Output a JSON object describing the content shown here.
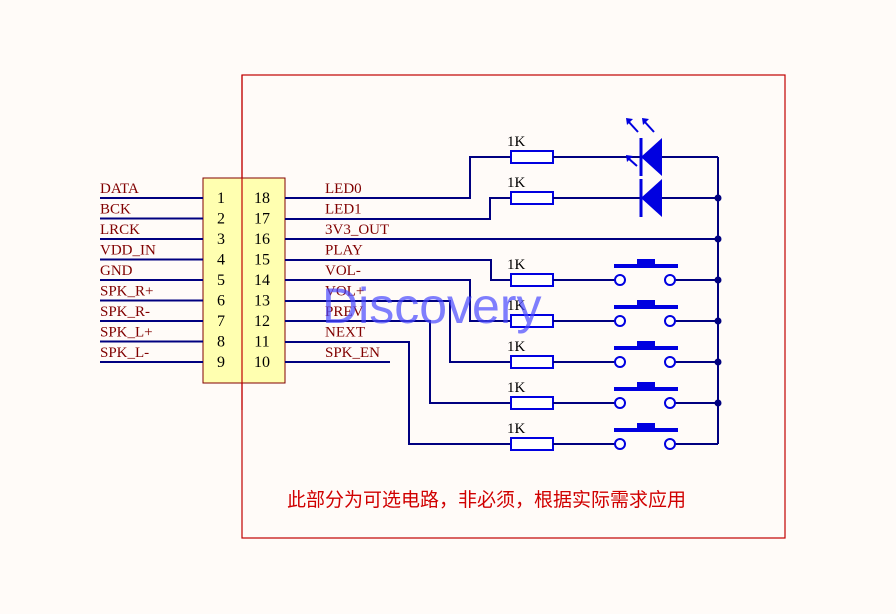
{
  "title": "Audio module connector schematic",
  "connector": {
    "left_pins": [
      {
        "num": "1",
        "signal": "DATA"
      },
      {
        "num": "2",
        "signal": "BCK"
      },
      {
        "num": "3",
        "signal": "LRCK"
      },
      {
        "num": "4",
        "signal": "VDD_IN"
      },
      {
        "num": "5",
        "signal": "GND"
      },
      {
        "num": "6",
        "signal": "SPK_R+"
      },
      {
        "num": "7",
        "signal": "SPK_R-"
      },
      {
        "num": "8",
        "signal": "SPK_L+"
      },
      {
        "num": "9",
        "signal": "SPK_L-"
      }
    ],
    "right_pins": [
      {
        "num": "18",
        "signal": "LED0"
      },
      {
        "num": "17",
        "signal": "LED1"
      },
      {
        "num": "16",
        "signal": "3V3_OUT"
      },
      {
        "num": "15",
        "signal": "PLAY"
      },
      {
        "num": "14",
        "signal": "VOL-"
      },
      {
        "num": "13",
        "signal": "VOL+"
      },
      {
        "num": "12",
        "signal": "PREV"
      },
      {
        "num": "11",
        "signal": "NEXT"
      },
      {
        "num": "10",
        "signal": "SPK_EN"
      }
    ]
  },
  "resistors": [
    "1K",
    "1K",
    "1K",
    "1K",
    "1K",
    "1K",
    "1K"
  ],
  "components": {
    "leds": [
      "LED0",
      "LED1"
    ],
    "buttons": [
      "PLAY",
      "VOL-",
      "VOL+",
      "PREV",
      "NEXT"
    ]
  },
  "optional_note": "此部分为可选电路，非必须，根据实际需求应用",
  "watermark": "Discovery",
  "colors": {
    "background": "#fffbf8",
    "border": "#c00000",
    "wire": "#000080",
    "component": "#0000e0",
    "signal_label": "#800000",
    "connector_fill": "#ffffb0",
    "note": "#d00000"
  }
}
